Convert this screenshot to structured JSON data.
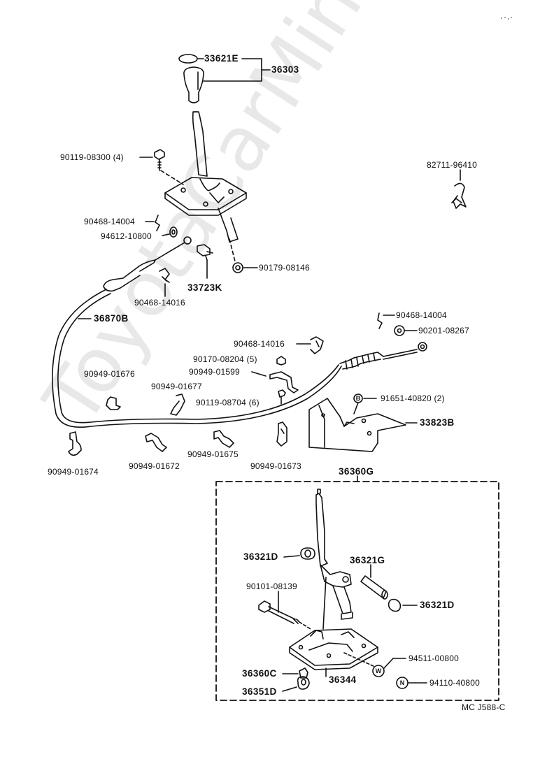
{
  "watermark": "ToyotaCarMine.ru",
  "diagram_code": "MC J588-C",
  "group_label": "36360G",
  "parts": {
    "p33621E": "33621E",
    "p36303": "36303",
    "p90119_08300": "90119-08300 (4)",
    "p82711_96410": "82711-96410",
    "p90468_14004_a": "90468-14004",
    "p94612_10800": "94612-10800",
    "p90179_08146": "90179-08146",
    "p33723K": "33723K",
    "p90468_14016_a": "90468-14016",
    "p36870B": "36870B",
    "p90468_14004_b": "90468-14004",
    "p90201_08267": "90201-08267",
    "p90468_14016_b": "90468-14016",
    "p90170_08204": "90170-08204 (5)",
    "p90949_01599": "90949-01599",
    "p90949_01676": "90949-01676",
    "p90949_01677": "90949-01677",
    "p90119_08704": "90119-08704 (6)",
    "p91651_40820": "91651-40820 (2)",
    "p33823B": "33823B",
    "p90949_01674": "90949-01674",
    "p90949_01672": "90949-01672",
    "p90949_01675": "90949-01675",
    "p90949_01673": "90949-01673",
    "p36321D_a": "36321D",
    "p36321G": "36321G",
    "p90101_08139": "90101-08139",
    "p36321D_b": "36321D",
    "p94511_00800": "94511-00800",
    "p36360C": "36360C",
    "p36344": "36344",
    "p94110_40800": "94110-40800",
    "p36351D": "36351D"
  },
  "symbols": {
    "B": "B",
    "W": "W",
    "N": "N"
  }
}
